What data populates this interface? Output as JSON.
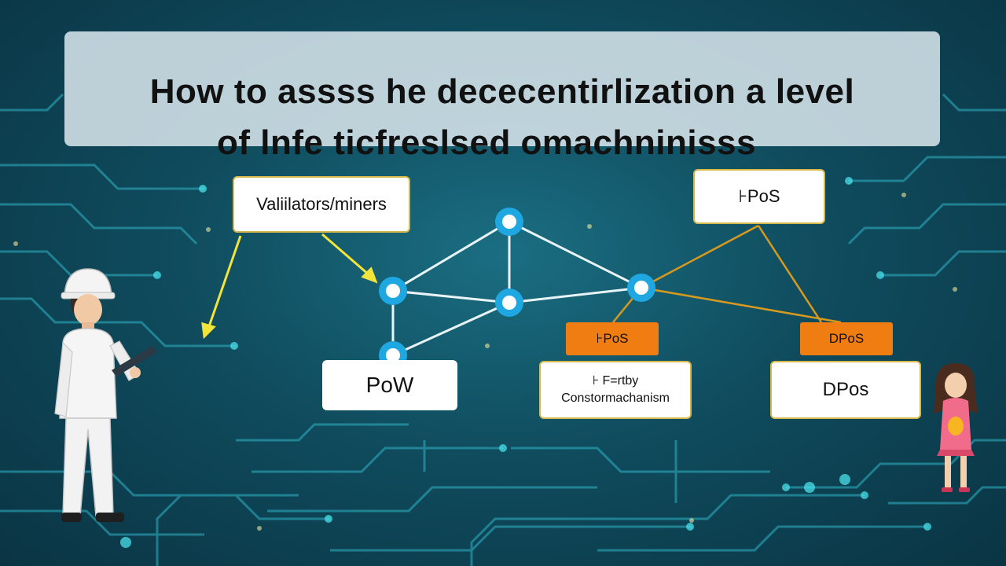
{
  "title": {
    "line1": "How to assss he dececentirlization a level",
    "line2": "of lnfe ticfreslsed omachninisss"
  },
  "labels": {
    "validators": "Valiilators/miners",
    "pos_top": "⊦PoS",
    "pow": "PoW",
    "pbft_line1": "⊦ F=rtby",
    "pbft_line2": "Constormachanism",
    "dpos_main": "DPos",
    "tag_pos": "⊦PoS",
    "tag_dpos": "DPoS"
  },
  "colors": {
    "accent_orange": "#f07d12",
    "node_blue": "#1ea7e0",
    "arrow_yellow": "#f2e43a",
    "link_gold": "#d79a1e",
    "banner": "#d6e4ea"
  },
  "illustrations": [
    "engineer-figure",
    "girl-figure"
  ]
}
